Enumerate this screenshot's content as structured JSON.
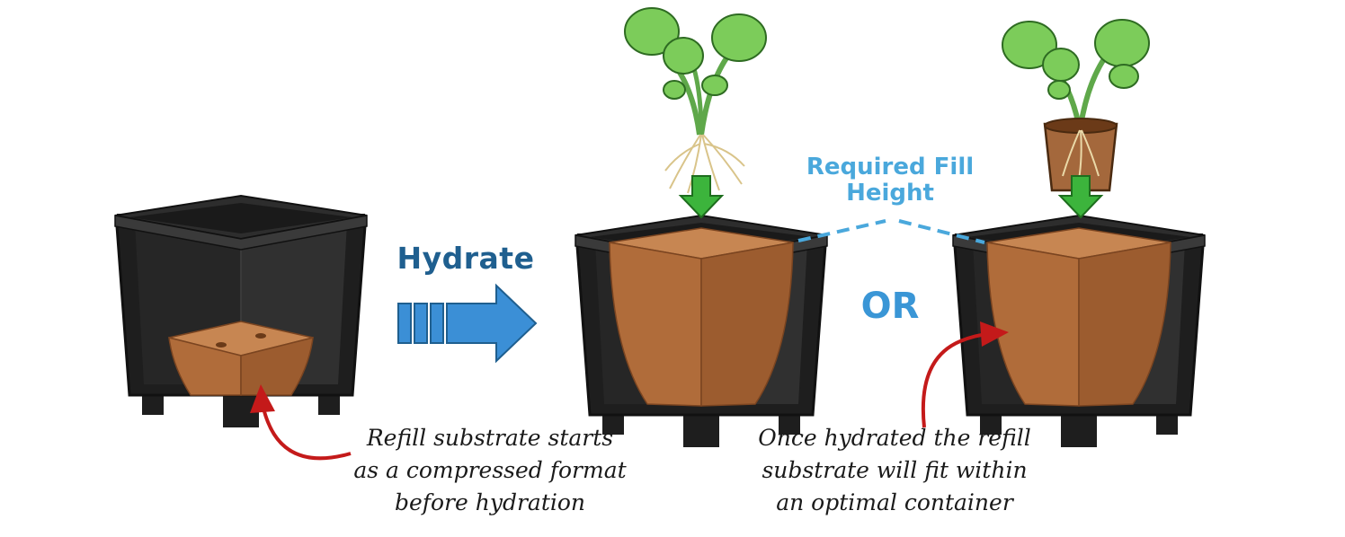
{
  "labels": {
    "hydrate": "Hydrate",
    "required_fill_height": [
      "Required Fill",
      "Height"
    ],
    "or": "OR"
  },
  "notes": {
    "compressed": [
      "Refill substrate  starts",
      "as a compressed format",
      "before hydration"
    ],
    "hydrated": [
      "Once hydrated the refill",
      "substrate will fit within",
      "an optimal container"
    ]
  },
  "colors": {
    "pot": "#1e1e1e",
    "pot_rim": "#2d2d2d",
    "substrate_front": "#b06c3a",
    "substrate_side": "#9c5c2f",
    "substrate_top": "#c78652",
    "hydrate_arrow": "#3b8fd6",
    "hydrate_text": "#1f5f8f",
    "fill_height": "#4aa8dc",
    "down_arrow": "#3cb43c",
    "leaf": "#7ccc5a",
    "stem": "#5fa84a",
    "roots": "#ead9a8",
    "pointer_arrow": "#c41a1a"
  }
}
